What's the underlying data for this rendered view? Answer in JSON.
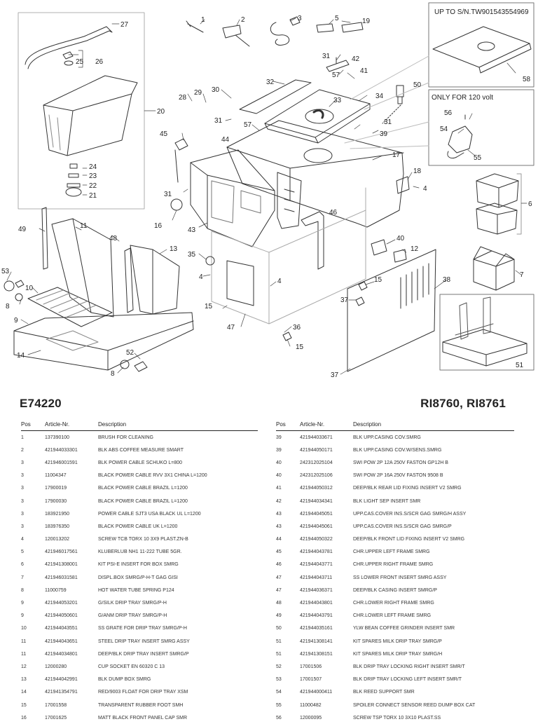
{
  "diagram": {
    "callouts": {
      "c1": "1",
      "c2": "2",
      "c3": "3",
      "c4a": "4",
      "c4b": "4",
      "c4c": "4",
      "c5": "5",
      "c6": "6",
      "c7": "7",
      "c8a": "8",
      "c8b": "8",
      "c9": "9",
      "c10": "10",
      "c11": "11",
      "c12": "12",
      "c13": "13",
      "c14": "14",
      "c15a": "15",
      "c15b": "15",
      "c15c": "15",
      "c16": "16",
      "c17": "17",
      "c18": "18",
      "c19": "19",
      "c20": "20",
      "c21": "21",
      "c22": "22",
      "c23": "23",
      "c24": "24",
      "c25": "25",
      "c26": "26",
      "c27": "27",
      "c28": "28",
      "c29": "29",
      "c30": "30",
      "c31a": "31",
      "c31b": "31",
      "c31c": "31",
      "c31d": "31",
      "c32": "32",
      "c33": "33",
      "c34": "34",
      "c35": "35",
      "c36": "36",
      "c37a": "37",
      "c37b": "37",
      "c38": "38",
      "c39": "39",
      "c40": "40",
      "c41": "41",
      "c42": "42",
      "c43": "43",
      "c44": "44",
      "c45": "45",
      "c46": "46",
      "c47": "47",
      "c48": "48",
      "c49": "49",
      "c50": "50",
      "c51": "51",
      "c52": "52",
      "c53": "53",
      "c54": "54",
      "c55": "55",
      "c56": "56",
      "c57a": "57",
      "c57b": "57",
      "c58": "58"
    },
    "inset_serial_note": "UP TO S/N.TW901543554969",
    "inset_voltage_note": "ONLY FOR 120 volt"
  },
  "header": {
    "model": "E74220",
    "variants": "RI8760, RI8761"
  },
  "table": {
    "headers": {
      "pos": "Pos",
      "article": "Article-Nr.",
      "description": "Description"
    },
    "left_rows": [
      {
        "pos": "1",
        "article": "137390100",
        "description": "BRUSH FOR CLEANING"
      },
      {
        "pos": "2",
        "article": "421944033301",
        "description": "BLK ABS COFFEE MEASURE SMART"
      },
      {
        "pos": "3",
        "article": "421946001591",
        "description": "BLK POWER CABLE SCHUKO L=800"
      },
      {
        "pos": "3",
        "article": "11004347",
        "description": "BLACK POWER CABLE RVV 3X1 CHINA L=1200"
      },
      {
        "pos": "3",
        "article": "17900019",
        "description": "BLACK POWER CABLE BRAZIL L=1200"
      },
      {
        "pos": "3",
        "article": "17900030",
        "description": "BLACK POWER CABLE BRAZIL L=1200"
      },
      {
        "pos": "3",
        "article": "183921950",
        "description": "POWER CABLE SJT3 USA BLACK UL L=1200"
      },
      {
        "pos": "3",
        "article": "183976350",
        "description": "BLACK POWER CABLE UK L=1200"
      },
      {
        "pos": "4",
        "article": "120013202",
        "description": "SCREW TCB TORX 10 3X9 PLAST.ZN-B"
      },
      {
        "pos": "5",
        "article": "421946017561",
        "description": "KLUBERLUB NH1 11-222 TUBE 5GR."
      },
      {
        "pos": "6",
        "article": "421941308001",
        "description": "KIT PSI-E INSERT FOR BOX SMRG"
      },
      {
        "pos": "7",
        "article": "421946031581",
        "description": "DISPL.BOX SMRG/P-H-T GAG GISI"
      },
      {
        "pos": "8",
        "article": "11000759",
        "description": "HOT WATER TUBE SPRING P124"
      },
      {
        "pos": "9",
        "article": "421944053201",
        "description": "G/SILK DRIP TRAY SMRG/P-H"
      },
      {
        "pos": "9",
        "article": "421944050601",
        "description": "G/ANM DRIP TRAY SMRG/P-H"
      },
      {
        "pos": "10",
        "article": "421944043551",
        "description": "SS GRATE FOR DRIP TRAY SMRG/P-H"
      },
      {
        "pos": "11",
        "article": "421944043651",
        "description": "STEEL DRIP TRAY INSERT SMRG ASSY"
      },
      {
        "pos": "11",
        "article": "421944034801",
        "description": "DEEP/BLK DRIP TRAY INSERT SMRG/P"
      },
      {
        "pos": "12",
        "article": "12000280",
        "description": "CUP SOCKET EN 60320 C 13"
      },
      {
        "pos": "13",
        "article": "421944042991",
        "description": "BLK DUMP BOX SMRG"
      },
      {
        "pos": "14",
        "article": "421941354791",
        "description": "RED/9003 FLOAT FOR DRIP TRAY XSM"
      },
      {
        "pos": "15",
        "article": "17001558",
        "description": "TRANSPARENT RUBBER FOOT SMH"
      },
      {
        "pos": "16",
        "article": "17001625",
        "description": "MATT BLACK FRONT PANEL CAP SMR"
      }
    ],
    "right_rows": [
      {
        "pos": "39",
        "article": "421944033671",
        "description": "BLK UPP.CASING COV.SMRG"
      },
      {
        "pos": "39",
        "article": "421944050171",
        "description": "BLK UPP.CASING COV.W/SENS.SMRG"
      },
      {
        "pos": "40",
        "article": "242312025104",
        "description": "SWI POW 2P 12A 250V FASTON    GP12H B"
      },
      {
        "pos": "40",
        "article": "242312025106",
        "description": "SWI POW 2P 16A 250V FASTON    9508 B"
      },
      {
        "pos": "41",
        "article": "421944050312",
        "description": "DEEP/BLK REAR LID FIXING INSERT V2 SMRG"
      },
      {
        "pos": "42",
        "article": "421944034341",
        "description": "BLK LIGHT SEP INSERT SMR"
      },
      {
        "pos": "43",
        "article": "421944045051",
        "description": "UPP.CAS.COVER INS.S/SCR GAG SMRG/H ASSY"
      },
      {
        "pos": "43",
        "article": "421944045061",
        "description": "UPP.CAS.COVER INS.S/SCR GAG SMRG/P"
      },
      {
        "pos": "44",
        "article": "421944050322",
        "description": "DEEP/BLK FRONT LID FIXING INSERT V2 SMRG"
      },
      {
        "pos": "45",
        "article": "421944043781",
        "description": "CHR.UPPER LEFT FRAME SMRG"
      },
      {
        "pos": "46",
        "article": "421944043771",
        "description": "CHR.UPPER RIGHT FRAME SMRG"
      },
      {
        "pos": "47",
        "article": "421944043711",
        "description": "SS LOWER FRONT INSERT SMRG ASSY"
      },
      {
        "pos": "47",
        "article": "421944036371",
        "description": "DEEP/BLK CASING INSERT SMRG/P"
      },
      {
        "pos": "48",
        "article": "421944043801",
        "description": "CHR.LOWER RIGHT FRAME SMRG"
      },
      {
        "pos": "49",
        "article": "421944043791",
        "description": "CHR.LOWER LEFT FRAME SMRG"
      },
      {
        "pos": "50",
        "article": "421944035161",
        "description": "YLW BEAN COFFEE GRINDER INSERT SMR"
      },
      {
        "pos": "51",
        "article": "421941308141",
        "description": "KIT SPARES MILK DRIP TRAY SMRG/P"
      },
      {
        "pos": "51",
        "article": "421941308151",
        "description": "KIT SPARES MILK DRIP TRAY SMRG/H"
      },
      {
        "pos": "52",
        "article": "17001506",
        "description": "BLK DRIP TRAY LOCKING RIGHT INSERT SMR/T"
      },
      {
        "pos": "53",
        "article": "17001507",
        "description": "BLK DRIP TRAY LOCKING LEFT INSERT SMR/T"
      },
      {
        "pos": "54",
        "article": "421944000411",
        "description": "BLK REED SUPPORT SMR"
      },
      {
        "pos": "55",
        "article": "11000482",
        "description": "SPOILER CONNECT SENSOR REED DUMP BOX CAT"
      },
      {
        "pos": "56",
        "article": "12000095",
        "description": "SCREW TSP TORX 10 3X10 PLAST.SS"
      }
    ]
  }
}
